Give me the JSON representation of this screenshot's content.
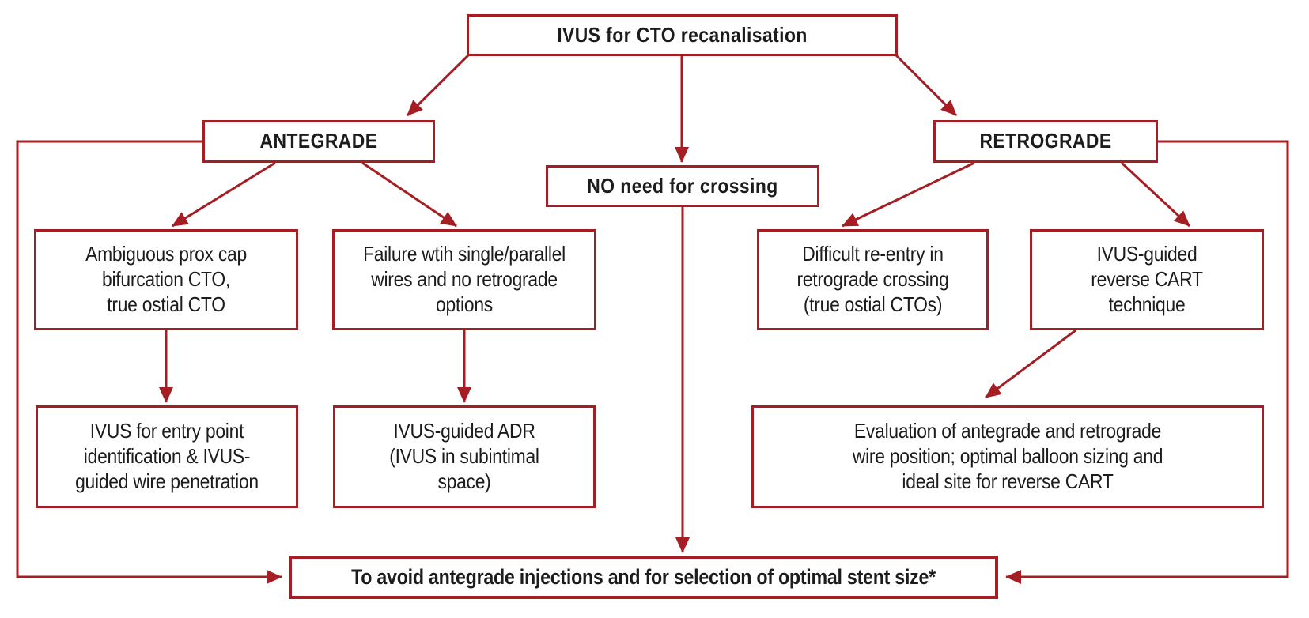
{
  "colors": {
    "accent_red": "#a41e23",
    "text_black": "#1c1c1c",
    "background": "#ffffff"
  },
  "diagram": {
    "nodes": {
      "root": "IVUS for CTO recanalisation",
      "antegrade": "ANTEGRADE",
      "retrograde": "RETROGRADE",
      "no_crossing": "NO need for crossing",
      "antegrade_indication_1": "Ambiguous prox cap\nbifurcation CTO,\ntrue ostial CTO",
      "antegrade_indication_2": "Failure wtih single/parallel\nwires and no retrograde\noptions",
      "retrograde_indication_1": "Difficult re-entry in\nretrograde crossing\n(true ostial CTOs)",
      "retrograde_indication_2": "IVUS-guided\nreverse CART\ntechnique",
      "antegrade_action_1": "IVUS for entry point\nidentification & IVUS-\nguided wire penetration",
      "antegrade_action_2": "IVUS-guided ADR\n(IVUS in subintimal\nspace)",
      "retrograde_action": "Evaluation of antegrade and retrograde\nwire position; optimal balloon sizing and\nideal site for reverse CART",
      "footer": "To avoid antegrade injections and for selection of optimal stent size*"
    },
    "edges": [
      {
        "from": "root",
        "to": "antegrade"
      },
      {
        "from": "root",
        "to": "no_crossing"
      },
      {
        "from": "root",
        "to": "retrograde"
      },
      {
        "from": "antegrade",
        "to": "antegrade_indication_1"
      },
      {
        "from": "antegrade",
        "to": "antegrade_indication_2"
      },
      {
        "from": "retrograde",
        "to": "retrograde_indication_1"
      },
      {
        "from": "retrograde",
        "to": "retrograde_indication_2"
      },
      {
        "from": "antegrade_indication_1",
        "to": "antegrade_action_1"
      },
      {
        "from": "antegrade_indication_2",
        "to": "antegrade_action_2"
      },
      {
        "from": "retrograde_indication_2",
        "to": "retrograde_action"
      },
      {
        "from": "no_crossing",
        "to": "footer"
      },
      {
        "from": "antegrade",
        "to": "footer"
      },
      {
        "from": "retrograde",
        "to": "footer"
      }
    ]
  }
}
